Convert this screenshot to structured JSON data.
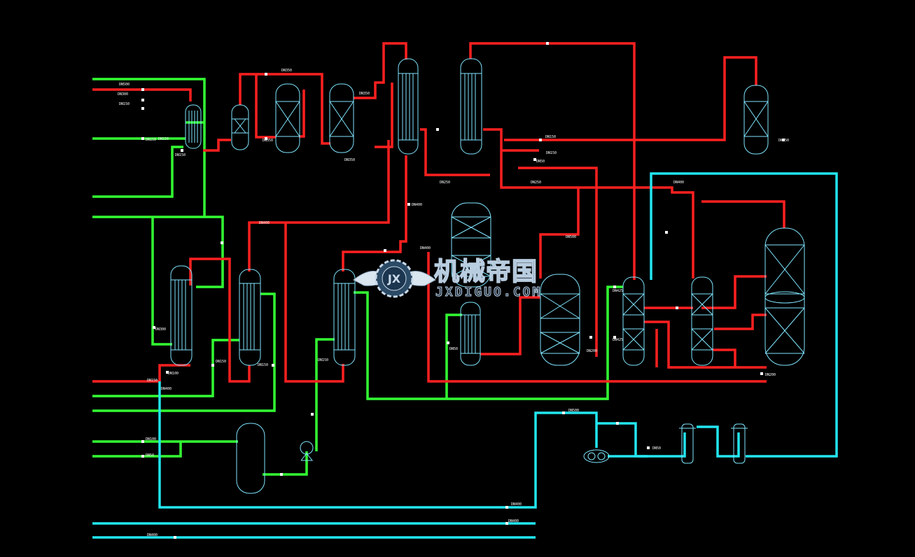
{
  "colors": {
    "background": "#000000",
    "green_line": "#33ff33",
    "red_line": "#ff2020",
    "cyan_line": "#22e6f0",
    "equipment": "#7fe6ff",
    "label_text": "#ffffff",
    "equipment_label": "#ffff00"
  },
  "watermark": {
    "badge": "JX",
    "name_cn": "机械帝国",
    "domain": "JXDIGUO.COM"
  },
  "pipe_labels": {
    "p1": "DN350",
    "p2": "DN350",
    "p3": "DN350",
    "p4": "DN350",
    "p5": "DN150",
    "p6": "DN150",
    "p7": "DN150",
    "p8": "DN150",
    "p9": "DN50",
    "p10": "DN250",
    "p11": "DN400",
    "p12": "DN250",
    "p13": "DN400",
    "p14": "DN500",
    "p15": "DN300",
    "p16": "DN150",
    "p17": "DN150",
    "p18": "DN100",
    "p19": "DN150",
    "p20": "DN150",
    "p21": "DN50",
    "p22": "DN400",
    "p23": "DN200",
    "p24": "DN425",
    "p25": "DN425",
    "p26": "DN200",
    "p27": "DN500",
    "p28": "DN50",
    "p29": "DN150",
    "p30": "DN400",
    "p31": "DN100",
    "p32": "DN50",
    "p33": "DN400",
    "p34": "DN400",
    "p35": "DN500",
    "p36": "DN300",
    "p37": "DN150",
    "p38": "DN400",
    "p39": "DN400",
    "p40": "DN150"
  }
}
